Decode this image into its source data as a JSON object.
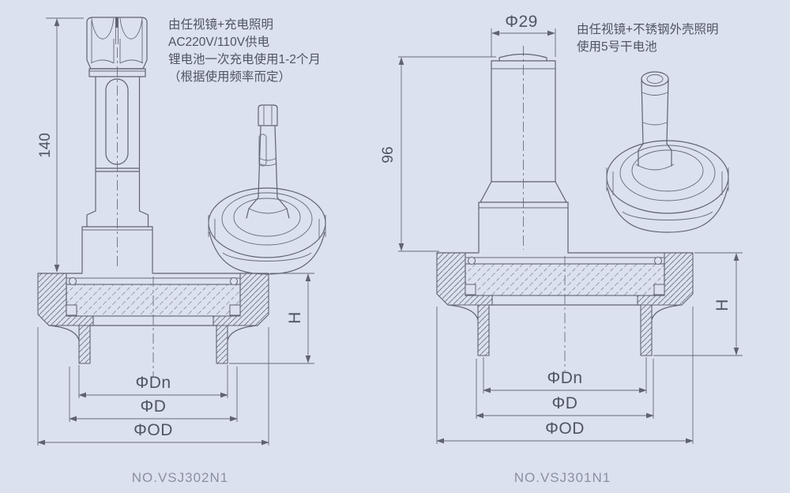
{
  "colors": {
    "background": "#dce1f0",
    "line": "#5f6470",
    "text": "#4f5563",
    "part_number": "#8b90a1"
  },
  "left_view": {
    "annotation": [
      "由任视镜+充电照明",
      "AC220V/110V供电",
      "锂电池一次充电使用1-2个月",
      "（根据使用频率而定）"
    ],
    "dim_height": "140",
    "dim_H": "H",
    "dim_dn": "ΦDn",
    "dim_d": "ΦD",
    "dim_od": "ΦOD",
    "part_number": "NO.VSJ302N1"
  },
  "right_view": {
    "annotation": [
      "由任视镜+不锈钢外壳照明",
      "使用5号干电池"
    ],
    "dim_height": "96",
    "dim_top_diameter": "Φ29",
    "dim_H": "H",
    "dim_dn": "ΦDn",
    "dim_d": "ΦD",
    "dim_od": "ΦOD",
    "part_number": "NO.VSJ301N1"
  }
}
